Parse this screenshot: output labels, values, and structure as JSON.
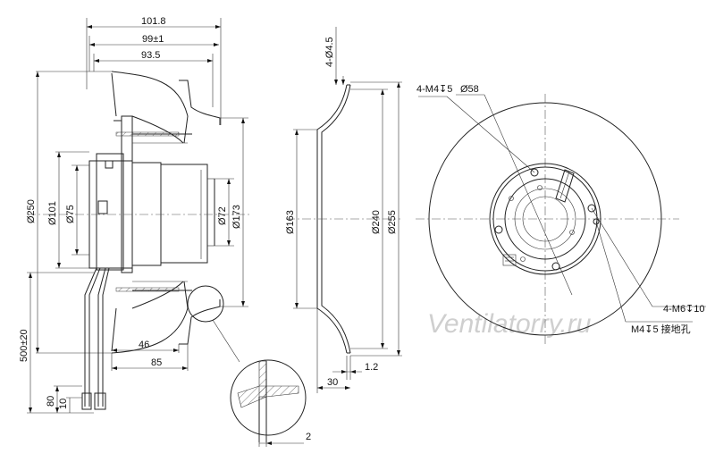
{
  "watermark": "Ventilatorry.ru",
  "side_view": {
    "dims_top": [
      "101.8",
      "99±1",
      "93.5"
    ],
    "dims_left": [
      "Ø250",
      "Ø101",
      "Ø75"
    ],
    "dims_right": [
      "Ø72",
      "Ø173"
    ],
    "dims_bottom": [
      "46",
      "85"
    ],
    "cable": [
      "500±20",
      "80",
      "10"
    ]
  },
  "detail_view": {
    "dim": "2"
  },
  "inlet_view": {
    "dims": [
      "Ø163",
      "Ø240",
      "Ø255"
    ],
    "top": "4-Ø4.5",
    "bottom": [
      "1.2",
      "30"
    ]
  },
  "front_view": {
    "labels": [
      "4-M4↧5",
      "Ø58",
      "4-M6↧10",
      "M4↧5 接地孔"
    ]
  }
}
